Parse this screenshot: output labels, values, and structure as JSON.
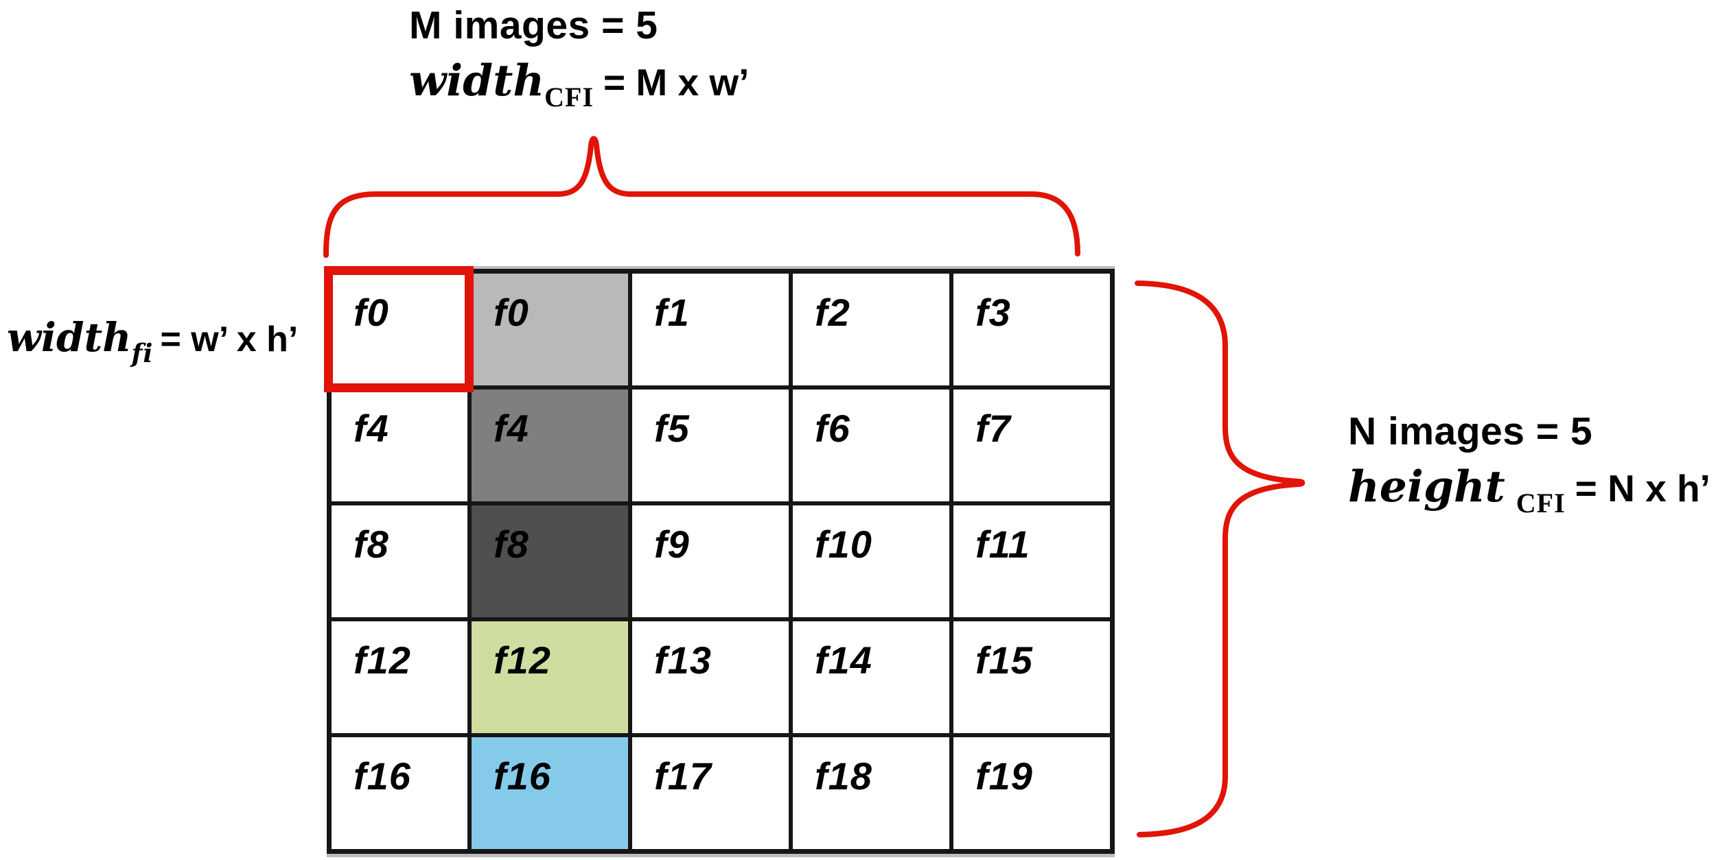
{
  "figure": {
    "top_annotation": {
      "line1": "M images = 5",
      "formula": {
        "variable": "width",
        "subscript": "CFI",
        "rhs": "= M x w’"
      }
    },
    "left_annotation": {
      "formula": {
        "variable": "width",
        "subscript": "fi",
        "rhs": "= w’ x h’"
      }
    },
    "right_annotation": {
      "line1": "N images = 5",
      "formula": {
        "variable": "height",
        "subscript": "CFI",
        "rhs": "= N x h’"
      }
    }
  },
  "grid": {
    "rows": 5,
    "cols": 5,
    "cells": [
      [
        "f0",
        "f0",
        "f1",
        "f2",
        "f3"
      ],
      [
        "f4",
        "f4",
        "f5",
        "f6",
        "f7"
      ],
      [
        "f8",
        "f8",
        "f9",
        "f10",
        "f11"
      ],
      [
        "f12",
        "f12",
        "f13",
        "f14",
        "f15"
      ],
      [
        "f16",
        "f16",
        "f17",
        "f18",
        "f19"
      ]
    ],
    "shaded_column_index": 1,
    "shaded_column_colors": [
      "#b9b9b9",
      "#7f7f7f",
      "#4f4f4f",
      "#cfdda1",
      "#85cbe9"
    ],
    "highlight_cell": {
      "row": 0,
      "col": 0,
      "outline_color": "#e01408"
    }
  },
  "colors": {
    "brace": "#e01408",
    "grid_border": "#161616",
    "background": "#ffffff",
    "text": "#000000"
  }
}
